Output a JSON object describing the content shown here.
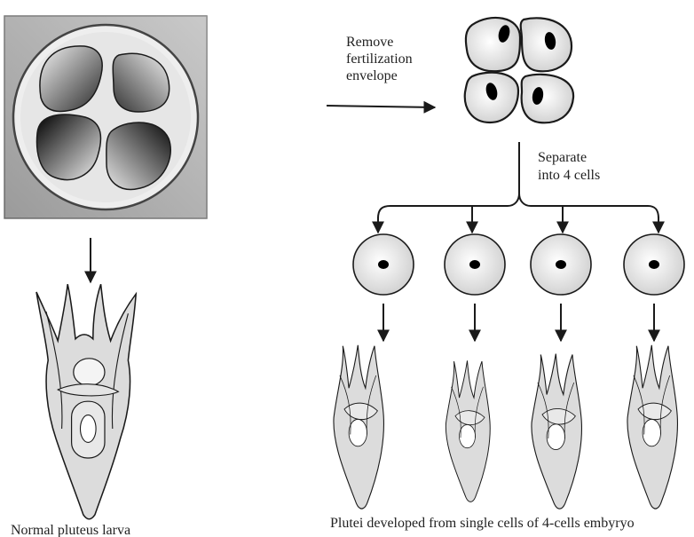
{
  "labels": {
    "remove_envelope": [
      "Remove",
      "fertilization",
      "envelope"
    ],
    "separate": [
      "Separate",
      "into 4 cells"
    ],
    "normal_caption": "Normal pluteus larva",
    "plutei_caption": "Plutei developed from single cells of 4-cells embyryo"
  },
  "colors": {
    "line": "#1a1a1a",
    "cell_fill": "#ededed",
    "larva_fill": "#dcdcdc",
    "nucleus": "#000000",
    "box_bg": "#bdbdbd"
  },
  "icons": {
    "arrow": "arrow-icon",
    "cell": "isolated-cell-icon",
    "larva": "pluteus-larva-icon"
  }
}
